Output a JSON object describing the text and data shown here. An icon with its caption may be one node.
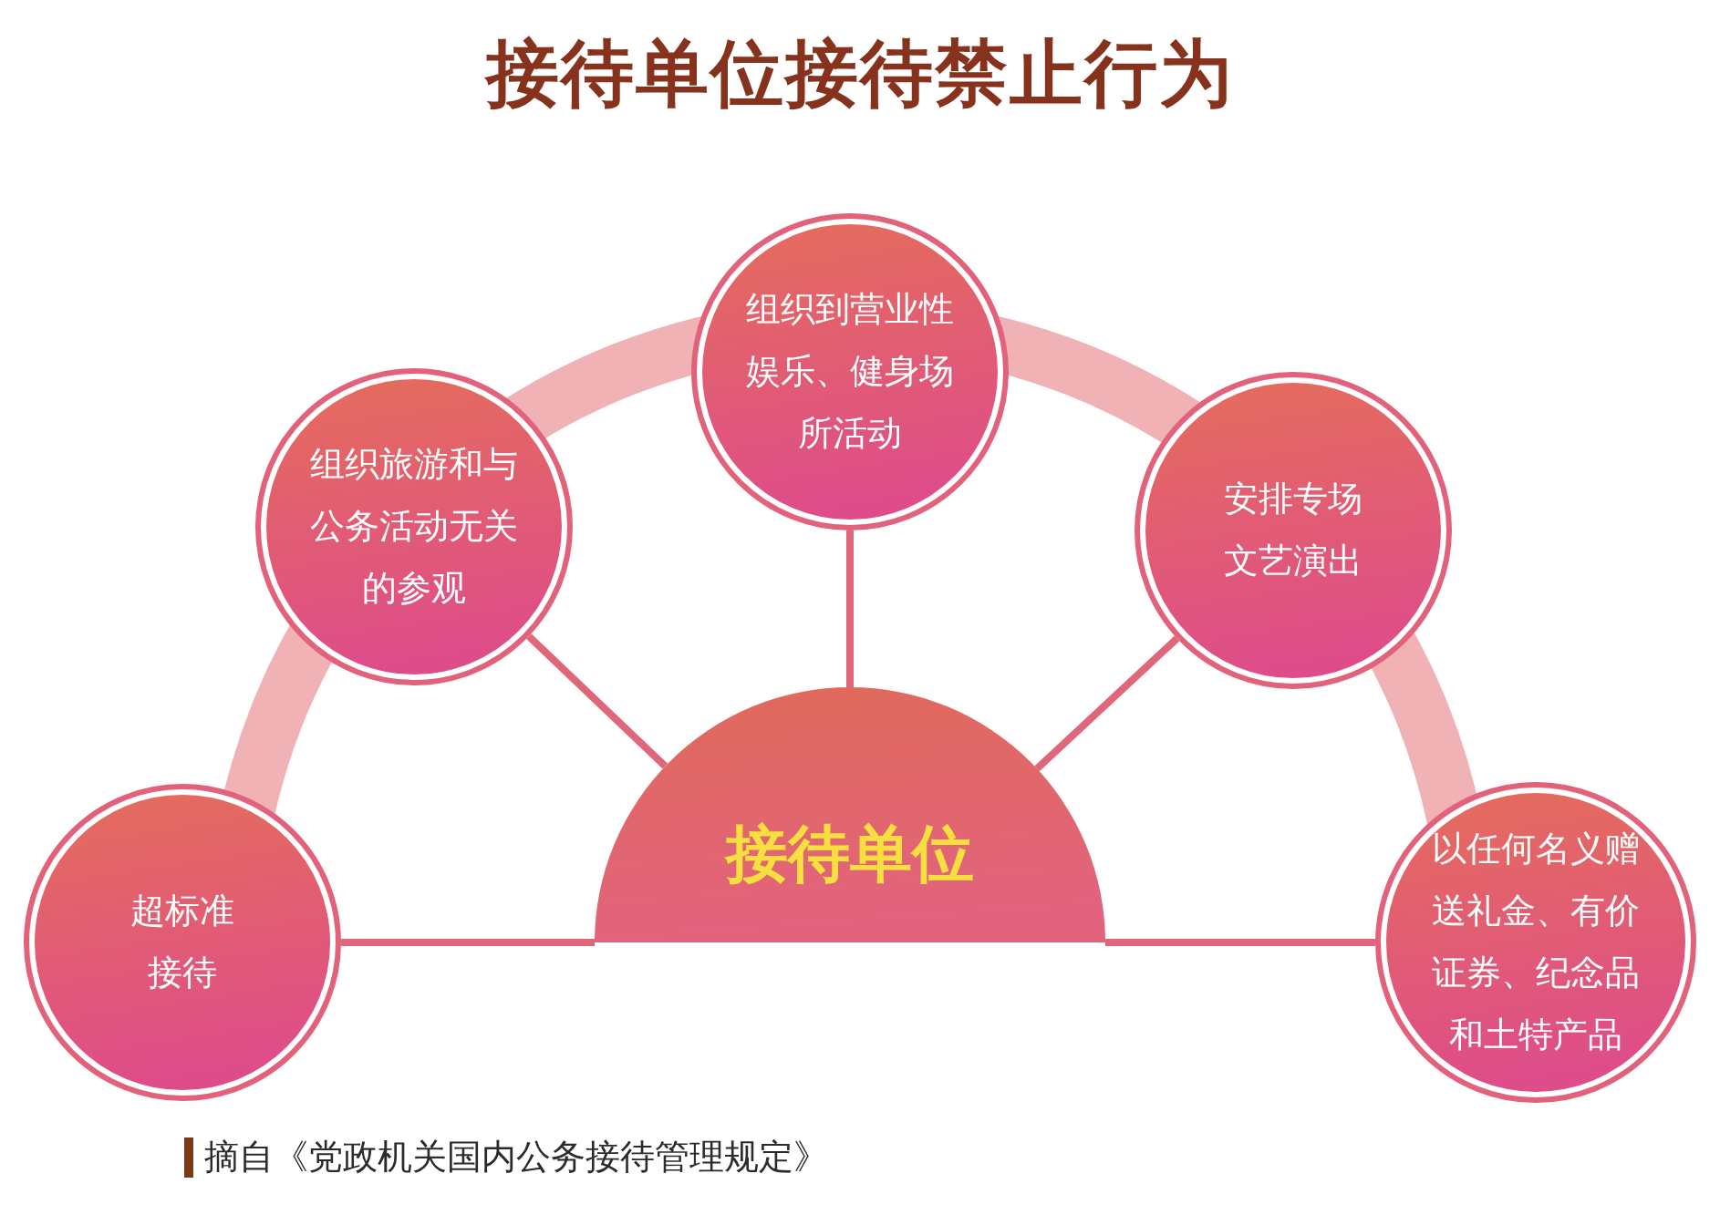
{
  "diagram": {
    "title": "接待单位接待禁止行为",
    "caption": "摘自《党政机关国内公务接待管理规定》",
    "nodes": [
      {
        "text": [
          "接待单位"
        ]
      },
      {
        "text": [
          "超标准接待"
        ]
      },
      {
        "text": [
          "组织旅游和与公务活动无关的参观"
        ]
      },
      {
        "text": [
          "组织到营业性娱乐、健身场所活动"
        ]
      },
      {
        "text": [
          "安排专场文艺演出"
        ]
      },
      {
        "text": [
          "以任何名义赠送礼金、有价证券、纪念品和土特产品"
        ]
      }
    ],
    "edges": [
      {
        "from": 0,
        "to": 1,
        "arrow": "none"
      },
      {
        "from": 0,
        "to": 2,
        "arrow": "none"
      },
      {
        "from": 0,
        "to": 3,
        "arrow": "none"
      },
      {
        "from": 0,
        "to": 4,
        "arrow": "none"
      },
      {
        "from": 0,
        "to": 5,
        "arrow": "none"
      }
    ]
  }
}
